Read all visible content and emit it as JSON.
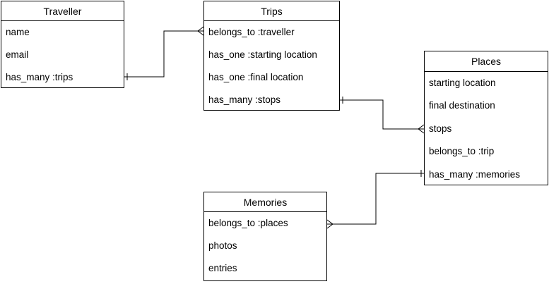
{
  "entities": {
    "traveller": {
      "title": "Traveller",
      "attributes": [
        "name",
        "email",
        "has_many :trips"
      ]
    },
    "trips": {
      "title": "Trips",
      "attributes": [
        "belongs_to :traveller",
        "has_one :starting location",
        "has_one :final location",
        "has_many :stops"
      ]
    },
    "places": {
      "title": "Places",
      "attributes": [
        "starting location",
        "final destination",
        "stops",
        "belongs_to :trip",
        "has_many :memories"
      ]
    },
    "memories": {
      "title": "Memories",
      "attributes": [
        "belongs_to :places",
        "photos",
        "entries"
      ]
    }
  },
  "relationships": [
    {
      "from": "traveller.has_many :trips",
      "from_end": "one",
      "to": "trips.belongs_to :traveller",
      "to_end": "many"
    },
    {
      "from": "trips.has_many :stops",
      "from_end": "one",
      "to": "places.stops",
      "to_end": "many"
    },
    {
      "from": "places.has_many :memories",
      "from_end": "one",
      "to": "memories.belongs_to :places",
      "to_end": "many"
    }
  ]
}
